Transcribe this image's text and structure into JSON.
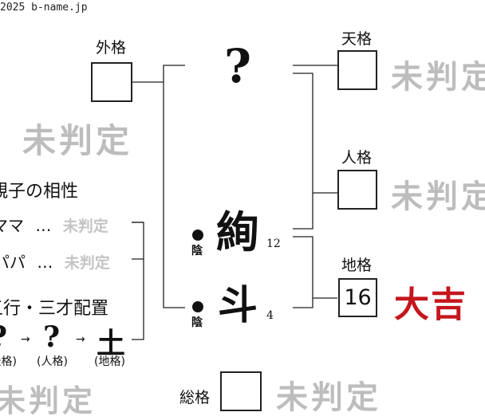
{
  "copyright": "2025 b-name.jp",
  "labels": {
    "gaikaku": "外格",
    "tenkaku": "天格",
    "jinkaku": "人格",
    "chikaku": "地格",
    "soukaku": "総格"
  },
  "boxes": {
    "gaikaku": "",
    "tenkaku": "",
    "jinkaku": "",
    "chikaku": "16",
    "soukaku": ""
  },
  "surname_placeholder": "?",
  "given": [
    {
      "char": "絢",
      "strokes": "12",
      "yinyang": "陰"
    },
    {
      "char": "斗",
      "strokes": "4",
      "yinyang": "陰"
    }
  ],
  "pending": "未判定",
  "verdict_chikaku": "大吉",
  "compat": {
    "title": "親子の相性",
    "rows": [
      {
        "label": "ママ",
        "dots": "…",
        "result": "未判定"
      },
      {
        "label": "パパ",
        "dots": "…",
        "result": "未判定"
      }
    ]
  },
  "gogyo": {
    "title": "五行・三才配置",
    "elements": [
      {
        "char": "?",
        "sub": "(天格)"
      },
      {
        "char": "?",
        "sub": "(人格)"
      },
      {
        "char": "土",
        "sub": "(地格)"
      }
    ],
    "arrow": "→"
  },
  "colors": {
    "verdict": "#c5161d",
    "pending": "#bdbdbd"
  }
}
